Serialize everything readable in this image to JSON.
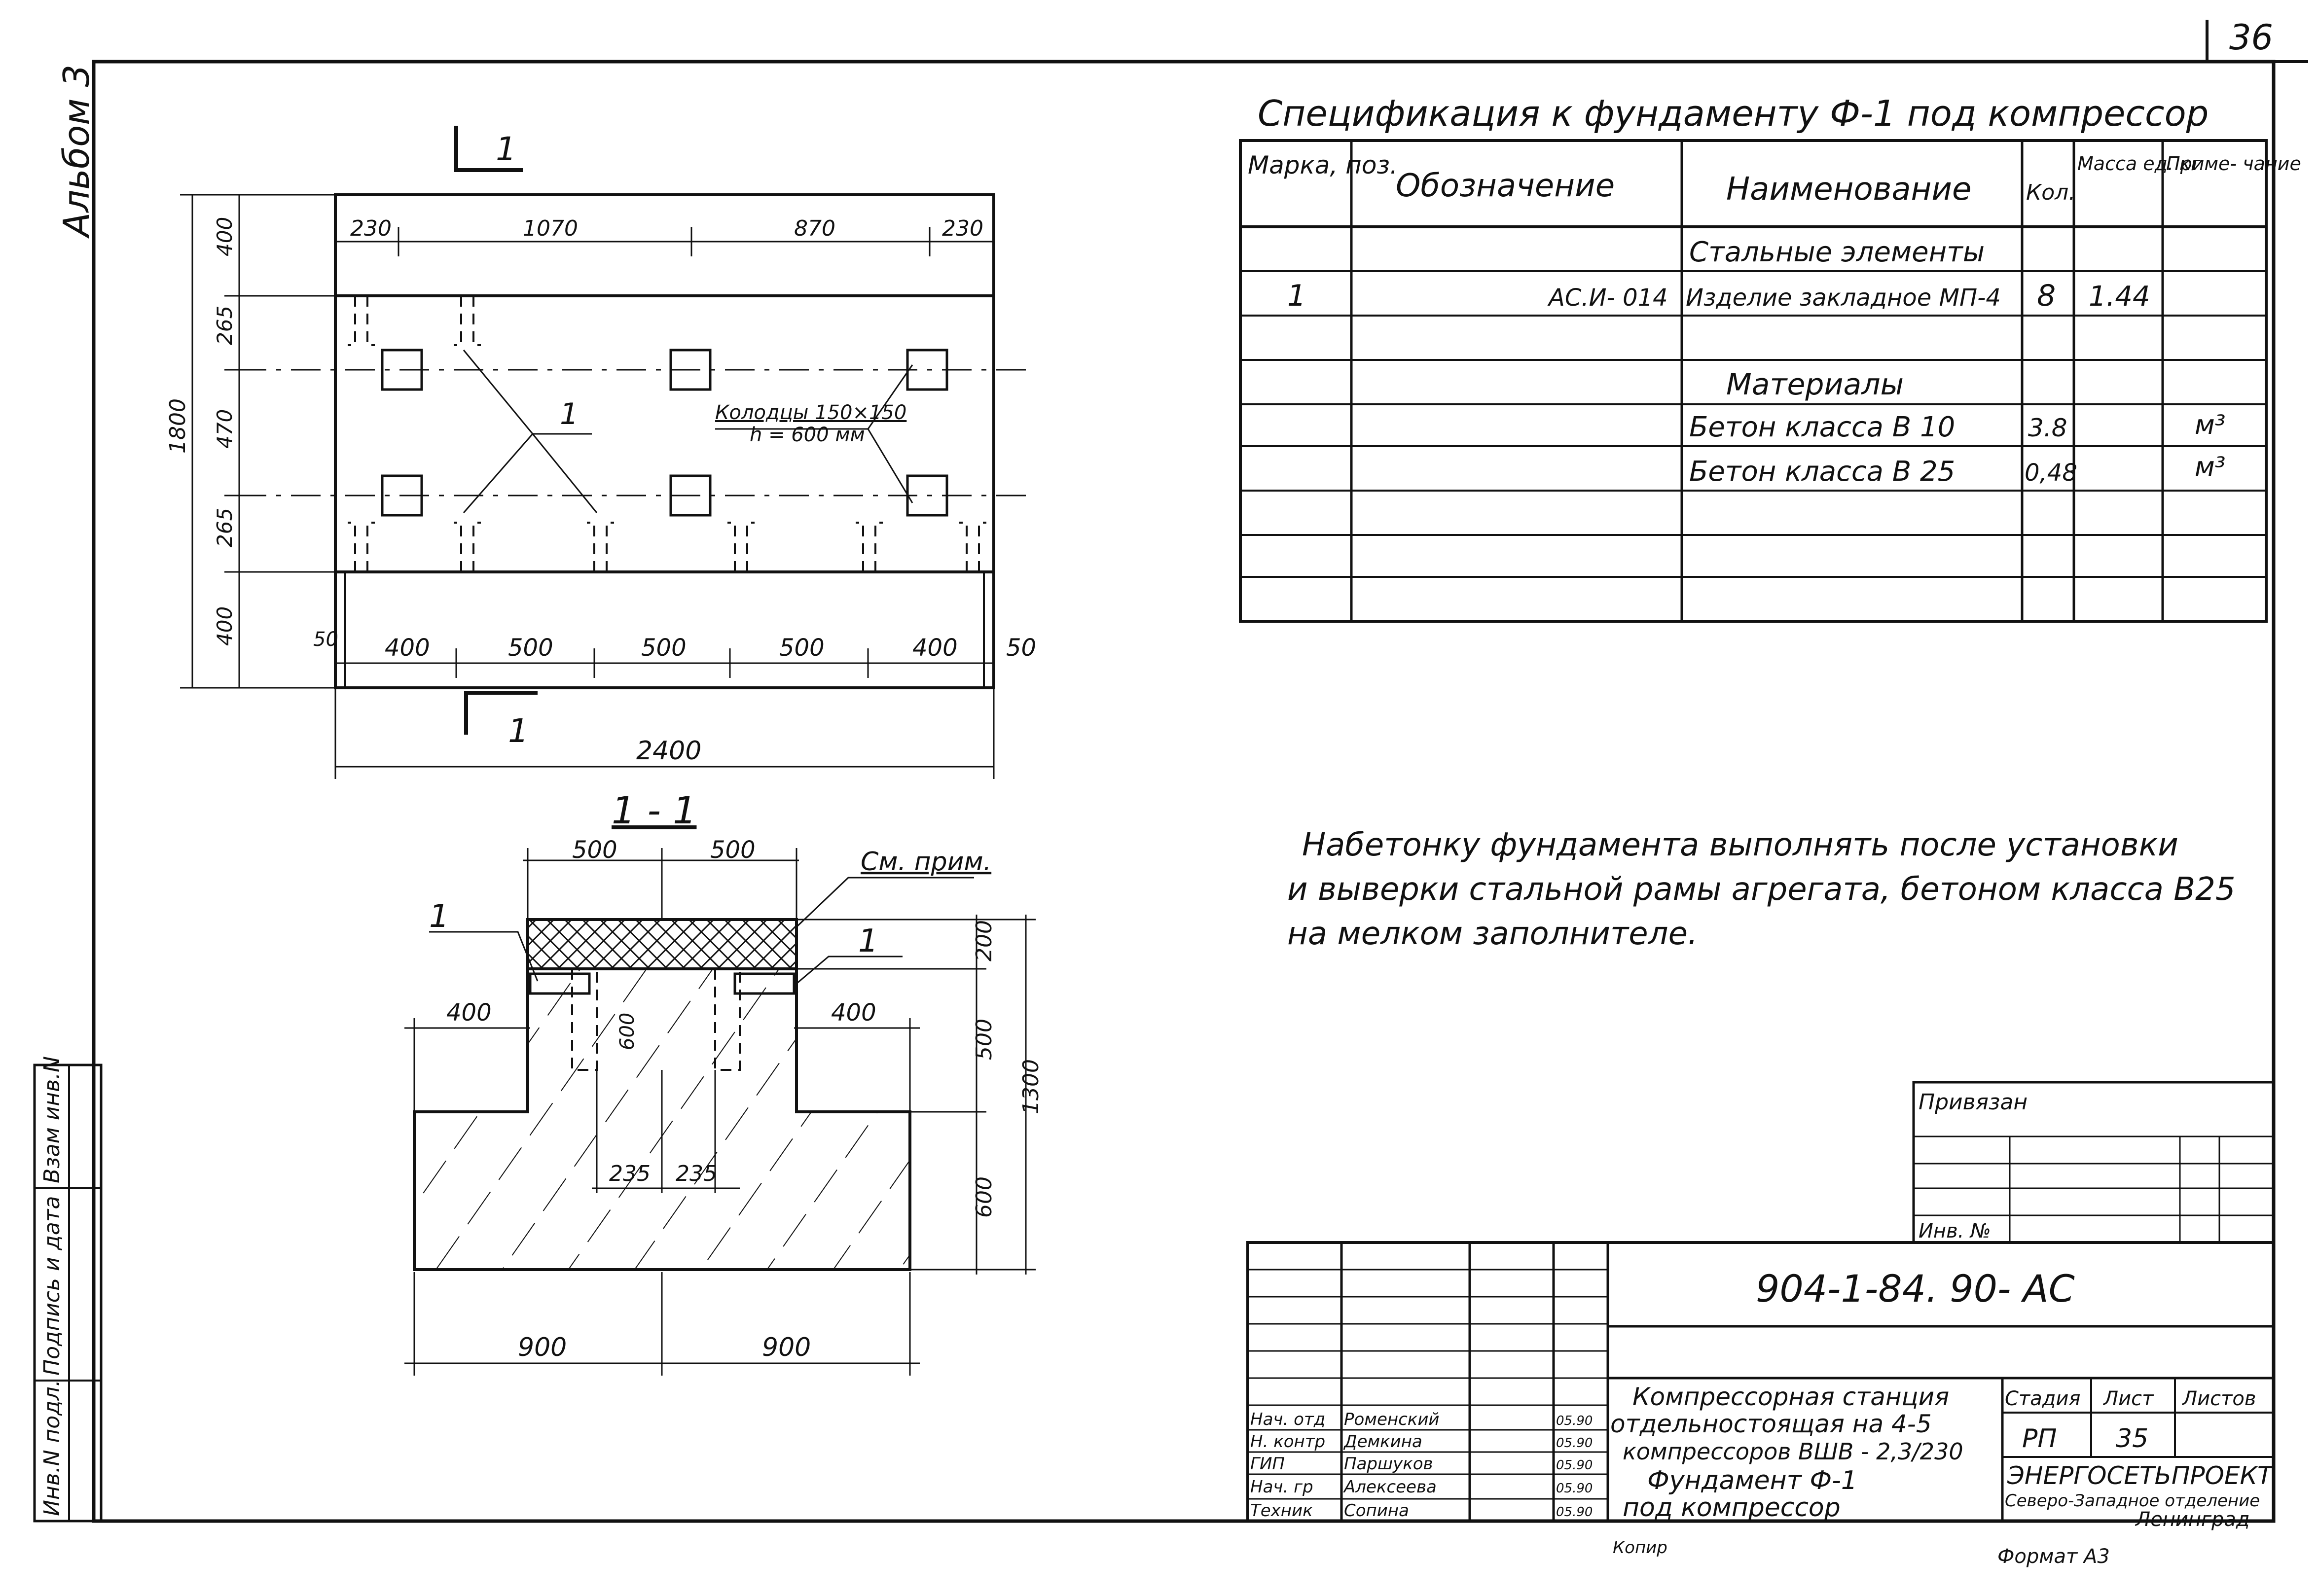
{
  "sheet": {
    "page_number": "36",
    "album_label": "Альбом 3",
    "format_label": "Формат А3",
    "copied_label": "Копир"
  },
  "side_strip": {
    "inv_orig": "Инв.N подл.",
    "sign_date": "Подпись и дата",
    "replace_inv": "Взам инв.N"
  },
  "plan_view": {
    "section_mark": "1",
    "overall_width": "2400",
    "overall_height": "1800",
    "top_dims": [
      "230",
      "1070",
      "870",
      "230"
    ],
    "bottom_dims": [
      "400",
      "500",
      "500",
      "500",
      "400"
    ],
    "end_gaps": [
      "50",
      "50"
    ],
    "left_dims": [
      "400",
      "265",
      "470",
      "265",
      "400"
    ],
    "callout_marker": "1",
    "wells_note_1": "Колодцы 150×150",
    "wells_note_2": "h = 600 мм"
  },
  "section_view": {
    "title": "1 - 1",
    "top_dims": [
      "500",
      "500"
    ],
    "shelf_dims": [
      "400",
      "400"
    ],
    "bottom_dims": [
      "900",
      "900"
    ],
    "well_depth": "600",
    "inner_dims": [
      "235",
      "235"
    ],
    "right_dims": [
      "200",
      "500",
      "600"
    ],
    "right_total": "1300",
    "marker_left": "1",
    "marker_right": "1",
    "note_ref": "См. прим."
  },
  "specification": {
    "title": "Спецификация  к  фундаменту  Ф-1  под  компрессор",
    "headers": [
      "Марка, поз.",
      "Обозначение",
      "Наименование",
      "Кол.",
      "Масса ед. кг",
      "Приме- чание"
    ],
    "rows": [
      {
        "pos": "",
        "designation": "",
        "name": "Стальные  элементы",
        "qty": "",
        "mass": "",
        "note": ""
      },
      {
        "pos": "1",
        "designation": "АС.И- 014",
        "name": "Изделие закладное  МП-4",
        "qty": "8",
        "mass": "1.44",
        "note": ""
      },
      {
        "pos": "",
        "designation": "",
        "name": "",
        "qty": "",
        "mass": "",
        "note": ""
      },
      {
        "pos": "",
        "designation": "",
        "name": "Материалы",
        "qty": "",
        "mass": "",
        "note": ""
      },
      {
        "pos": "",
        "designation": "",
        "name": "Бетон  класса  В 10",
        "qty": "3.8",
        "mass": "",
        "note": "м³"
      },
      {
        "pos": "",
        "designation": "",
        "name": "Бетон  класса  В 25",
        "qty": "0,48",
        "mass": "",
        "note": "м³"
      },
      {
        "pos": "",
        "designation": "",
        "name": "",
        "qty": "",
        "mass": "",
        "note": ""
      },
      {
        "pos": "",
        "designation": "",
        "name": "",
        "qty": "",
        "mass": "",
        "note": ""
      }
    ]
  },
  "general_note": [
    "Набетонку фундамента выполнять после установки",
    "и выверки стальной рамы агрегата, бетоном класса В25",
    "на мелком заполнителе."
  ],
  "binding_block": {
    "tied_label": "Привязан",
    "inv_label": "Инв. №"
  },
  "title_block": {
    "doc_code": "904-1-84. 90- АС",
    "project_1": "Компрессорная станция",
    "project_2": "отдельностоящая на  4-5",
    "project_3": "компрессоров ВШВ - 2,3/230",
    "sheet_title_1": "Фундамент Ф-1",
    "sheet_title_2": "под компрессор",
    "stage_header": "Стадия",
    "sheet_header": "Лист",
    "sheets_header": "Листов",
    "stage_value": "РП",
    "sheet_value": "35",
    "org_1": "ЭНЕРГОСЕТЬПРОЕКТ",
    "org_2": "Северо-Западное отделение",
    "org_3": "Ленинград",
    "signers": [
      {
        "role": "Нач. отд",
        "name": "Роменский",
        "date": "05.90"
      },
      {
        "role": "Н. контр",
        "name": "Демкина",
        "date": "05.90"
      },
      {
        "role": "ГИП",
        "name": "Паршуков",
        "date": "05.90"
      },
      {
        "role": "Нач. гр",
        "name": "Алексеева",
        "date": "05.90"
      },
      {
        "role": "Техник",
        "name": "Сопина",
        "date": "05.90"
      }
    ]
  }
}
